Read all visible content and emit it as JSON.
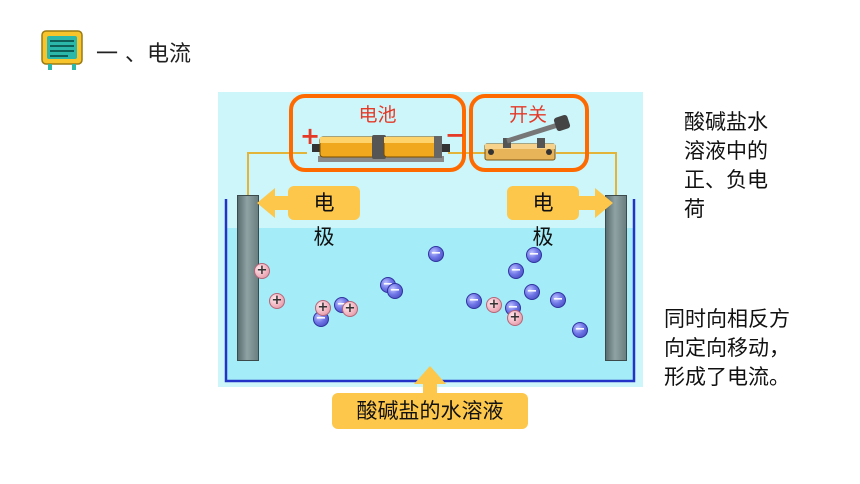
{
  "section": {
    "icon": "notepad-icon",
    "title": "一 、电流"
  },
  "diagram": {
    "battery_label": "电池",
    "switch_label": "开关",
    "plus_sign": "+",
    "minus_sign": "−",
    "electrode_left_line1": "电",
    "electrode_left_line2": "极",
    "electrode_right_line1": "电",
    "electrode_right_line2": "极",
    "solution_label": "酸碱盐的水溶液",
    "ion_pos_symbol": "+",
    "ion_neg_symbol": "−"
  },
  "notes": {
    "top_lines": [
      "酸碱盐水",
      "溶液中的",
      "正、负电",
      "荷"
    ],
    "bottom_lines": [
      "同时向相反方",
      "向定向移动，",
      "形成了电流。"
    ]
  },
  "colors": {
    "frame": "#ff6a00",
    "tag": "#fcc74b",
    "label_red": "#e53928",
    "water": "#a4ecf7"
  }
}
